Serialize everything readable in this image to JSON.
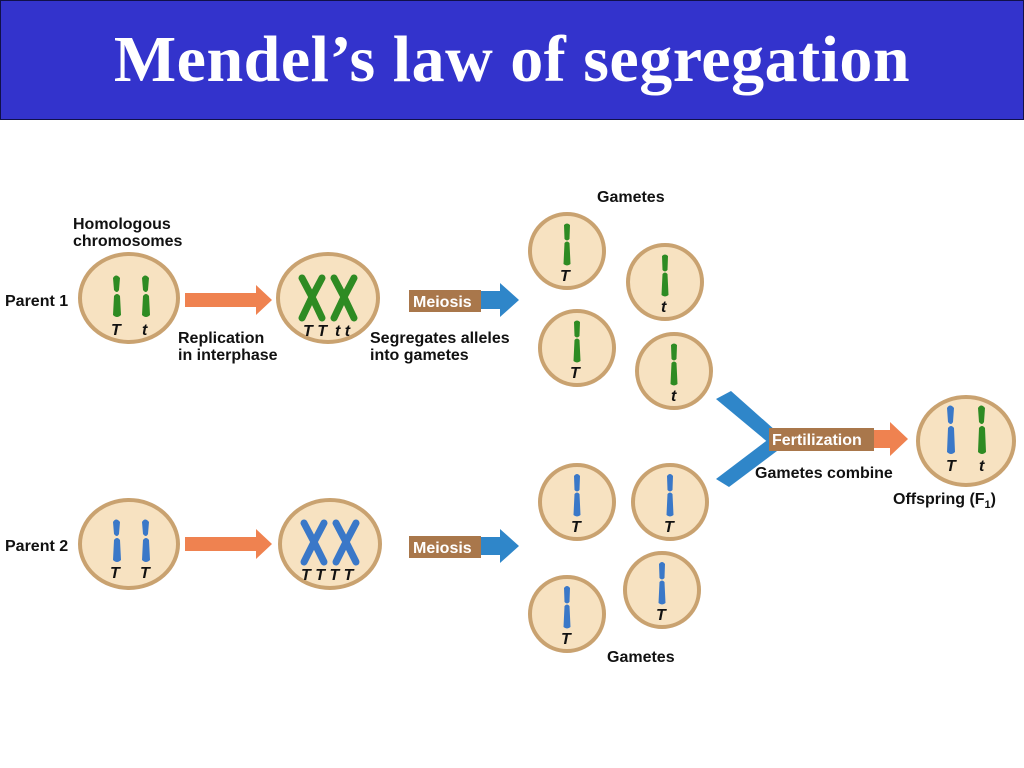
{
  "title": "Mendel’s law of segregation",
  "colors": {
    "title_bg": "#3333cc",
    "cell_fill": "#f7e2c1",
    "cell_stroke": "#c9a270",
    "green_chromosome": "#2e8b23",
    "blue_chromosome": "#3a78c8",
    "orange_arrow": "#ef8250",
    "blue_arrow": "#2f86c9",
    "brown_box": "#a9774b"
  },
  "labels": {
    "homologous_line1": "Homologous",
    "homologous_line2": "chromosomes",
    "parent1": "Parent 1",
    "parent2": "Parent 2",
    "replication_line1": "Replication",
    "replication_line2": "in interphase",
    "meiosis": "Meiosis",
    "segregates_line1": "Segregates alleles",
    "segregates_line2": "into gametes",
    "gametes_top": "Gametes",
    "gametes_bottom": "Gametes",
    "fertilization": "Fertilization",
    "gametes_combine": "Gametes combine",
    "offspring_main": "Offspring (F",
    "offspring_sub": "1",
    "offspring_close": ")"
  },
  "alleles": {
    "p1_cell": [
      "T",
      "t"
    ],
    "p1_replicated": [
      "T T",
      "t t"
    ],
    "p1_gametes": [
      "T",
      "t",
      "T",
      "t"
    ],
    "p2_cell": [
      "T",
      "T"
    ],
    "p2_replicated": [
      "T T T T"
    ],
    "p2_gametes": [
      "T",
      "T",
      "T",
      "T"
    ],
    "offspring": [
      "T",
      "t"
    ]
  }
}
